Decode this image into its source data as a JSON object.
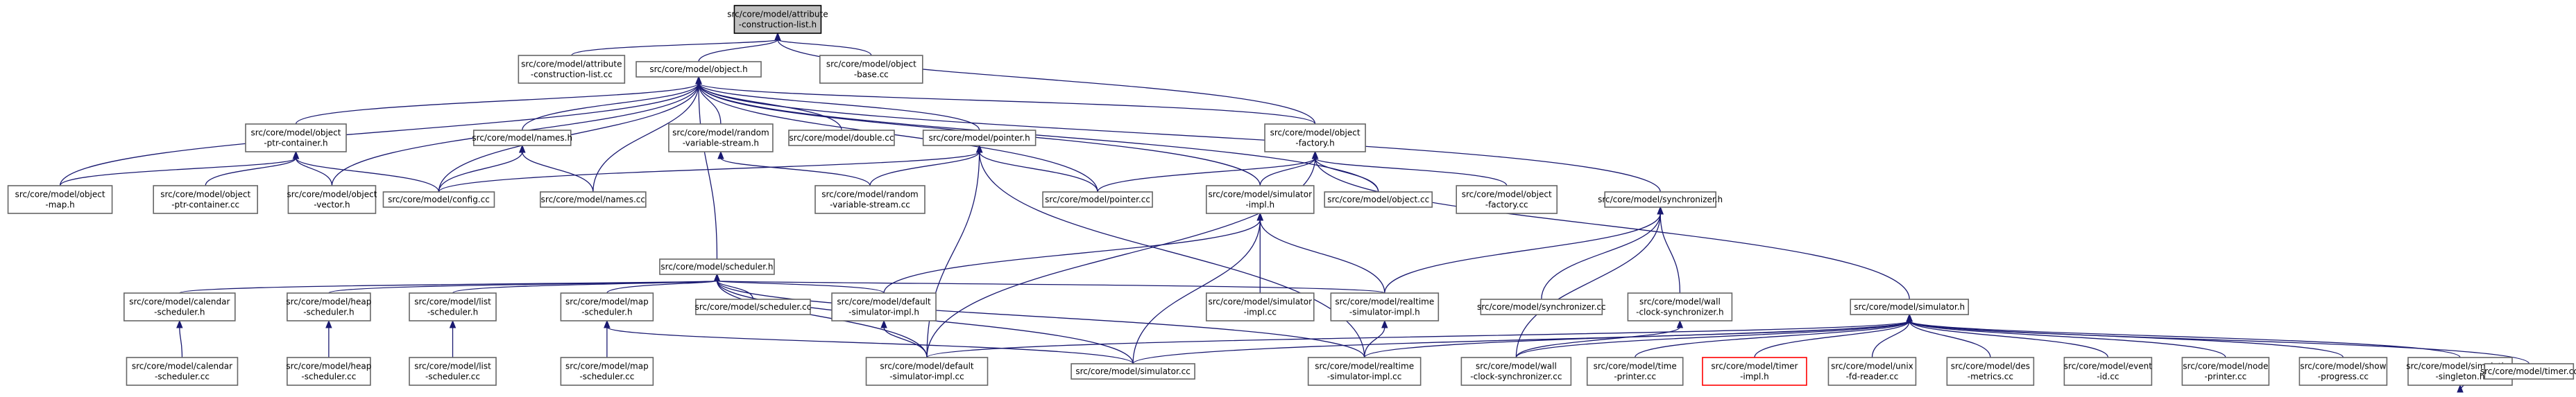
{
  "diagram": {
    "colors": {
      "edge": "#191970",
      "border": "#666666",
      "root_fill": "#bfbfbf",
      "highlight": "#ff0000"
    },
    "nodes": {
      "n0": {
        "lines": [
          "src/core/model/attribute",
          "-construction-list.h"
        ],
        "kind": "root"
      },
      "n1": {
        "lines": [
          "src/core/model/attribute",
          "-construction-list.cc"
        ]
      },
      "n2": {
        "lines": [
          "src/core/model/object.h"
        ]
      },
      "n3": {
        "lines": [
          "src/core/model/object",
          "-base.cc"
        ]
      },
      "n4": {
        "lines": [
          "src/core/model/object",
          "-ptr-container.h"
        ]
      },
      "n5": {
        "lines": [
          "src/core/model/names.h"
        ]
      },
      "n6": {
        "lines": [
          "src/core/model/random",
          "-variable-stream.h"
        ]
      },
      "n7": {
        "lines": [
          "src/core/model/double.cc"
        ]
      },
      "n8": {
        "lines": [
          "src/core/model/pointer.h"
        ]
      },
      "n9": {
        "lines": [
          "src/core/model/object",
          "-factory.h"
        ]
      },
      "n10": {
        "lines": [
          "src/core/model/object",
          "-map.h"
        ]
      },
      "n11": {
        "lines": [
          "src/core/model/object",
          "-ptr-container.cc"
        ]
      },
      "n12": {
        "lines": [
          "src/core/model/object",
          "-vector.h"
        ]
      },
      "n13": {
        "lines": [
          "src/core/model/config.cc"
        ]
      },
      "n14": {
        "lines": [
          "src/core/model/names.cc"
        ]
      },
      "n15": {
        "lines": [
          "src/core/model/random",
          "-variable-stream.cc"
        ]
      },
      "n16": {
        "lines": [
          "src/core/model/pointer.cc"
        ]
      },
      "n17": {
        "lines": [
          "src/core/model/simulator",
          "-impl.h"
        ]
      },
      "n18": {
        "lines": [
          "src/core/model/object.cc"
        ]
      },
      "n19": {
        "lines": [
          "src/core/model/object",
          "-factory.cc"
        ]
      },
      "n20": {
        "lines": [
          "src/core/model/synchronizer.h"
        ]
      },
      "n21": {
        "lines": [
          "src/core/model/scheduler.h"
        ]
      },
      "n22": {
        "lines": [
          "src/core/model/calendar",
          "-scheduler.h"
        ]
      },
      "n23": {
        "lines": [
          "src/core/model/heap",
          "-scheduler.h"
        ]
      },
      "n24": {
        "lines": [
          "src/core/model/list",
          "-scheduler.h"
        ]
      },
      "n25": {
        "lines": [
          "src/core/model/map",
          "-scheduler.h"
        ]
      },
      "n26": {
        "lines": [
          "src/core/model/scheduler.cc"
        ]
      },
      "n27": {
        "lines": [
          "src/core/model/default",
          "-simulator-impl.h"
        ]
      },
      "n28": {
        "lines": [
          "src/core/model/simulator",
          "-impl.cc"
        ]
      },
      "n29": {
        "lines": [
          "src/core/model/realtime",
          "-simulator-impl.h"
        ]
      },
      "n30": {
        "lines": [
          "src/core/model/synchronizer.cc"
        ]
      },
      "n31": {
        "lines": [
          "src/core/model/wall",
          "-clock-synchronizer.h"
        ]
      },
      "n32": {
        "lines": [
          "src/core/model/simulator.h"
        ]
      },
      "n33": {
        "lines": [
          "src/core/model/calendar",
          "-scheduler.cc"
        ]
      },
      "n34": {
        "lines": [
          "src/core/model/heap",
          "-scheduler.cc"
        ]
      },
      "n35": {
        "lines": [
          "src/core/model/list",
          "-scheduler.cc"
        ]
      },
      "n36": {
        "lines": [
          "src/core/model/map",
          "-scheduler.cc"
        ]
      },
      "n37": {
        "lines": [
          "src/core/model/default",
          "-simulator-impl.cc"
        ]
      },
      "n38": {
        "lines": [
          "src/core/model/simulator.cc"
        ]
      },
      "n39": {
        "lines": [
          "src/core/model/realtime",
          "-simulator-impl.cc"
        ]
      },
      "n40": {
        "lines": [
          "src/core/model/wall",
          "-clock-synchronizer.cc"
        ]
      },
      "n41": {
        "lines": [
          "src/core/model/time",
          "-printer.cc"
        ]
      },
      "n42": {
        "lines": [
          "src/core/model/timer",
          "-impl.h"
        ],
        "kind": "red"
      },
      "n43": {
        "lines": [
          "src/core/model/unix",
          "-fd-reader.cc"
        ]
      },
      "n44": {
        "lines": [
          "src/core/model/des",
          "-metrics.cc"
        ]
      },
      "n45": {
        "lines": [
          "src/core/model/event",
          "-id.cc"
        ]
      },
      "n46": {
        "lines": [
          "src/core/model/node",
          "-printer.cc"
        ]
      },
      "n47": {
        "lines": [
          "src/core/model/show",
          "-progress.cc"
        ]
      },
      "n48": {
        "lines": [
          "src/core/model/simulation",
          "-singleton.h"
        ]
      },
      "n49": {
        "lines": [
          "src/core/model/timer.cc"
        ]
      }
    },
    "edges": [
      [
        "n0",
        "n1"
      ],
      [
        "n0",
        "n2"
      ],
      [
        "n0",
        "n3"
      ],
      [
        "n0",
        "n9"
      ],
      [
        "n2",
        "n4"
      ],
      [
        "n2",
        "n5"
      ],
      [
        "n2",
        "n6"
      ],
      [
        "n2",
        "n7"
      ],
      [
        "n2",
        "n8"
      ],
      [
        "n2",
        "n9"
      ],
      [
        "n2",
        "n10"
      ],
      [
        "n2",
        "n12"
      ],
      [
        "n2",
        "n13"
      ],
      [
        "n2",
        "n14"
      ],
      [
        "n2",
        "n17"
      ],
      [
        "n2",
        "n18"
      ],
      [
        "n2",
        "n20"
      ],
      [
        "n2",
        "n21"
      ],
      [
        "n2",
        "n16"
      ],
      [
        "n4",
        "n10"
      ],
      [
        "n4",
        "n11"
      ],
      [
        "n4",
        "n12"
      ],
      [
        "n4",
        "n13"
      ],
      [
        "n5",
        "n13"
      ],
      [
        "n5",
        "n14"
      ],
      [
        "n6",
        "n15"
      ],
      [
        "n8",
        "n13"
      ],
      [
        "n8",
        "n15"
      ],
      [
        "n8",
        "n16"
      ],
      [
        "n8",
        "n37"
      ],
      [
        "n8",
        "n39"
      ],
      [
        "n9",
        "n16"
      ],
      [
        "n9",
        "n17"
      ],
      [
        "n9",
        "n18"
      ],
      [
        "n9",
        "n19"
      ],
      [
        "n9",
        "n32"
      ],
      [
        "n9",
        "n37"
      ],
      [
        "n17",
        "n27"
      ],
      [
        "n17",
        "n28"
      ],
      [
        "n17",
        "n29"
      ],
      [
        "n17",
        "n38"
      ],
      [
        "n20",
        "n30"
      ],
      [
        "n20",
        "n31"
      ],
      [
        "n20",
        "n29"
      ],
      [
        "n20",
        "n40"
      ],
      [
        "n21",
        "n22"
      ],
      [
        "n21",
        "n23"
      ],
      [
        "n21",
        "n24"
      ],
      [
        "n21",
        "n25"
      ],
      [
        "n21",
        "n26"
      ],
      [
        "n21",
        "n27"
      ],
      [
        "n21",
        "n29"
      ],
      [
        "n21",
        "n37"
      ],
      [
        "n21",
        "n38"
      ],
      [
        "n21",
        "n39"
      ],
      [
        "n22",
        "n33"
      ],
      [
        "n23",
        "n34"
      ],
      [
        "n24",
        "n35"
      ],
      [
        "n25",
        "n36"
      ],
      [
        "n25",
        "n38"
      ],
      [
        "n27",
        "n37"
      ],
      [
        "n29",
        "n39"
      ],
      [
        "n31",
        "n40"
      ],
      [
        "n32",
        "n37"
      ],
      [
        "n32",
        "n38"
      ],
      [
        "n32",
        "n39"
      ],
      [
        "n32",
        "n40"
      ],
      [
        "n32",
        "n41"
      ],
      [
        "n32",
        "n42"
      ],
      [
        "n32",
        "n43"
      ],
      [
        "n32",
        "n44"
      ],
      [
        "n32",
        "n45"
      ],
      [
        "n32",
        "n46"
      ],
      [
        "n32",
        "n47"
      ],
      [
        "n32",
        "n48"
      ],
      [
        "n32",
        "n49"
      ],
      [
        "n48",
        "n49"
      ]
    ]
  }
}
